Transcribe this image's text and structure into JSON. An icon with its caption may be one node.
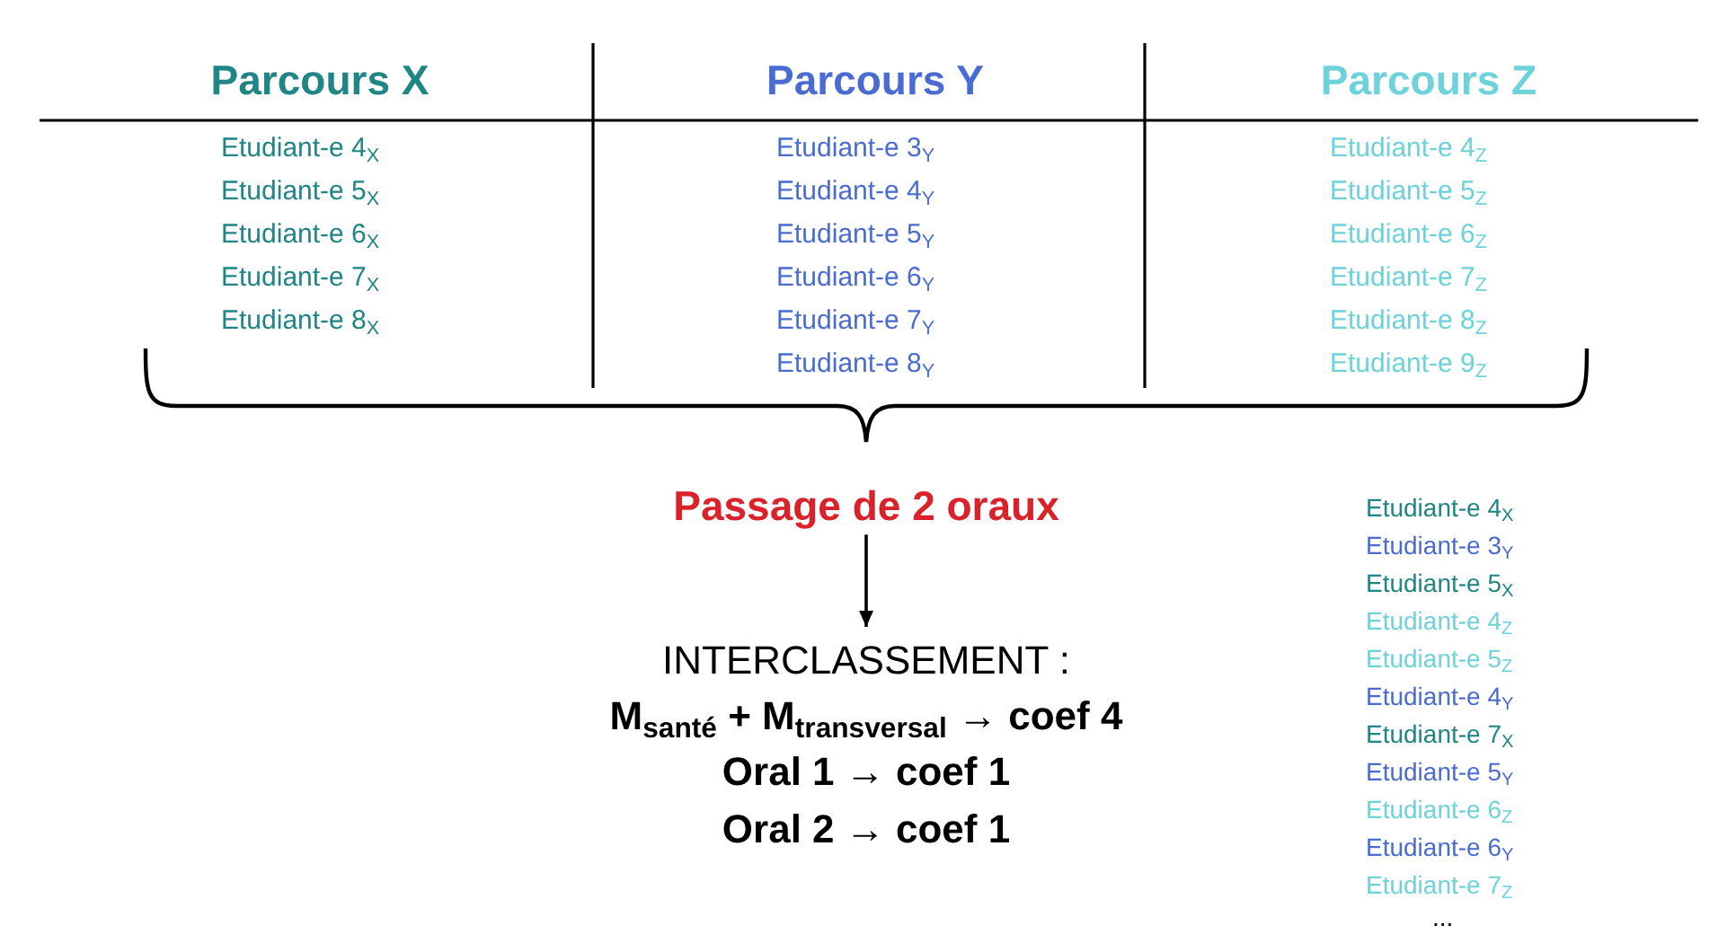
{
  "diagram": {
    "nodes": [
      {
        "text": [
          "Passage de 2 oraux"
        ]
      },
      {
        "text": [
          "INTERCLASSEMENT :",
          "M$_{santé}$ + M$_{transversal}$ → coef 4",
          "Oral 1 → coef 1",
          "Oral 2 → coef 1"
        ]
      }
    ],
    "edges": [
      {
        "from": 0,
        "to": 1,
        "arrow": "to"
      }
    ],
    "labels": [
      "Parcours X",
      "Parcours Y",
      "Parcours Z",
      "Etudiant-e 4$_{X}$",
      "Etudiant-e 3$_{Y}$",
      "Etudiant-e 4$_{Z}$",
      "Etudiant-e 5$_{X}$",
      "Etudiant-e 4$_{Y}$",
      "Etudiant-e 5$_{Z}$",
      "Etudiant-e 6$_{X}$",
      "Etudiant-e 5$_{Y}$",
      "Etudiant-e 6$_{Z}$",
      "Etudiant-e 7$_{X}$",
      "Etudiant-e 6$_{Y}$",
      "Etudiant-e 7$_{Z}$",
      "Etudiant-e 8$_{X}$",
      "Etudiant-e 7$_{Y}$",
      "Etudiant-e 8$_{Z}$",
      "Etudiant-e 8$_{Y}$",
      "Etudiant-e 9$_{Z}$",
      "Etudiant-e 4$_{X}$",
      "Etudiant-e 3$_{Y}$",
      "Etudiant-e 5$_{X}$",
      "Etudiant-e 4$_{Z}$",
      "Etudiant-e 5$_{Z}$",
      "Etudiant-e 4$_{Y}$",
      "Etudiant-e 7$_{X}$",
      "Etudiant-e 5$_{Y}$",
      "Etudiant-e 6$_{Z}$",
      "Etudiant-e 6$_{Y}$",
      "Etudiant-e 7$_{Z}$",
      "..."
    ]
  }
}
